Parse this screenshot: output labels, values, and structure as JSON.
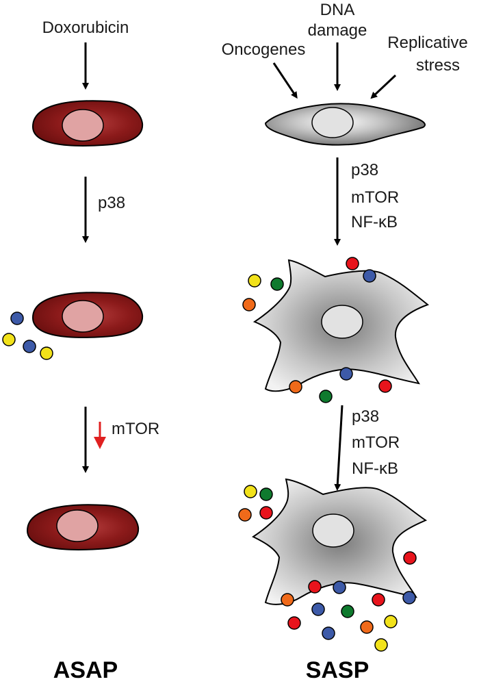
{
  "asap": {
    "title": "ASAP",
    "trigger": "Doxorubicin",
    "step1_label": "p38",
    "step2_label": "mTOR"
  },
  "sasp": {
    "title": "SASP",
    "trigger_dna_line1": "DNA",
    "trigger_dna_line2": "damage",
    "trigger_oncogenes": "Oncogenes",
    "trigger_replicative_line1": "Replicative",
    "trigger_replicative_line2": "stress",
    "step1_labels": [
      "p38",
      "mTOR",
      "NF-κB"
    ],
    "step2_labels": [
      "p38",
      "mTOR",
      "NF-κB"
    ]
  },
  "colors": {
    "asap_cell": "#8b1a1a",
    "asap_nucleus": "#e0a3a3",
    "sasp_cell": "#c8c8c8",
    "sasp_nucleus": "#e2e2e2",
    "arrow": "#000000",
    "down_arrow": "#e02020",
    "dot_red": "#e8141c",
    "dot_blue": "#3d5aa8",
    "dot_yellow": "#f2e21a",
    "dot_green": "#0f7a2e",
    "dot_orange": "#f06a1a"
  }
}
